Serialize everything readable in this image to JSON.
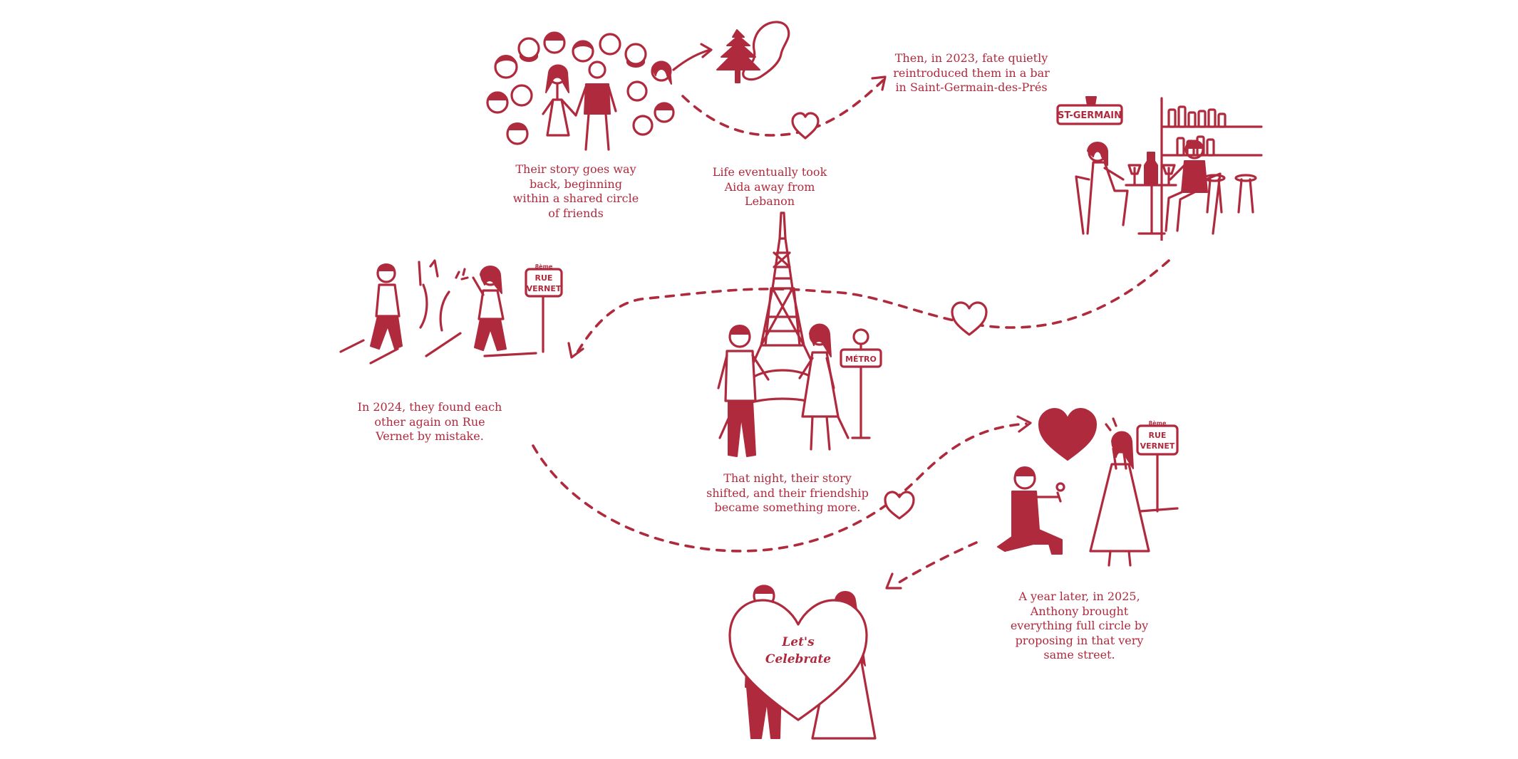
{
  "captions": {
    "friends": "Their story goes way back, beginning within a shared circle of friends",
    "lebanon": "Life eventually took Aida away from Lebanon",
    "bar": "Then, in 2023, fate quietly reintroduced them in a bar in Saint-Germain-des-Prés",
    "rue_vernet": "In 2024, they found each other again on Rue Vernet by mistake.",
    "eiffel": "That night, their story shifted, and their friendship became something more.",
    "proposal": "A year later, in 2025, Anthony brought everything full circle by proposing in that very same street."
  },
  "signs": {
    "st_germain": "ST-GERMAIN",
    "rue_vernet_line1": "RUE",
    "rue_vernet_line2": "VERNET",
    "rue_vernet_small": "8ème",
    "metro": "MÉTRO"
  },
  "heart_text": {
    "line1": "Let's",
    "line2": "Celebrate"
  },
  "colors": {
    "ink": "#b02a3d",
    "background": "#ffffff"
  }
}
